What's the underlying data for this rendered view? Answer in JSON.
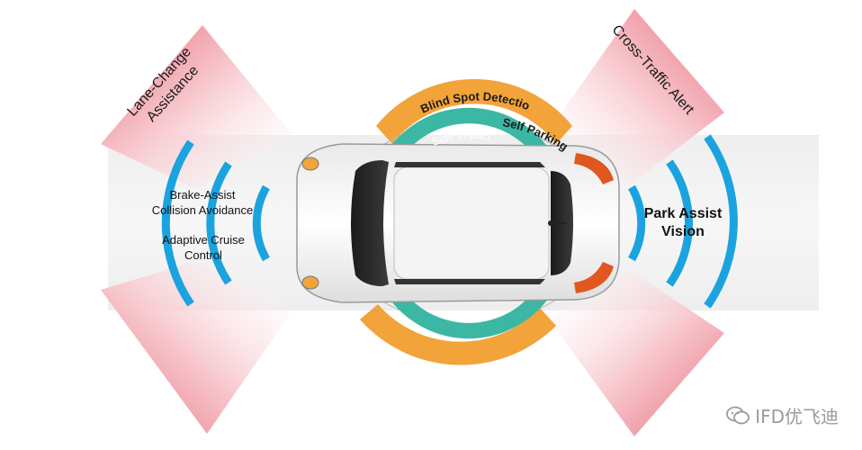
{
  "labels": {
    "lane_change": "Lane-Change Assistance",
    "cross_traffic": "Cross-Traffic Alert",
    "brake_assist_1": "Brake-Assist",
    "brake_assist_2": "Collision Avoidance",
    "adaptive_1": "Adaptive Cruise",
    "adaptive_2": "Control",
    "park_assist_1": "Park Assist",
    "park_assist_2": "Vision",
    "blind_spot": "Blind Spot Detection",
    "self_parking": "Self Parking",
    "side_impact": "Side Impact"
  },
  "watermark": {
    "text": "IFD优飞迪",
    "icon": "wechat-icon"
  },
  "colors": {
    "sensor_blue": "#1aa3df",
    "zone_pink": "#e76b7a",
    "zone_orange": "#f2a33a",
    "zone_teal": "#3bb7a3"
  }
}
